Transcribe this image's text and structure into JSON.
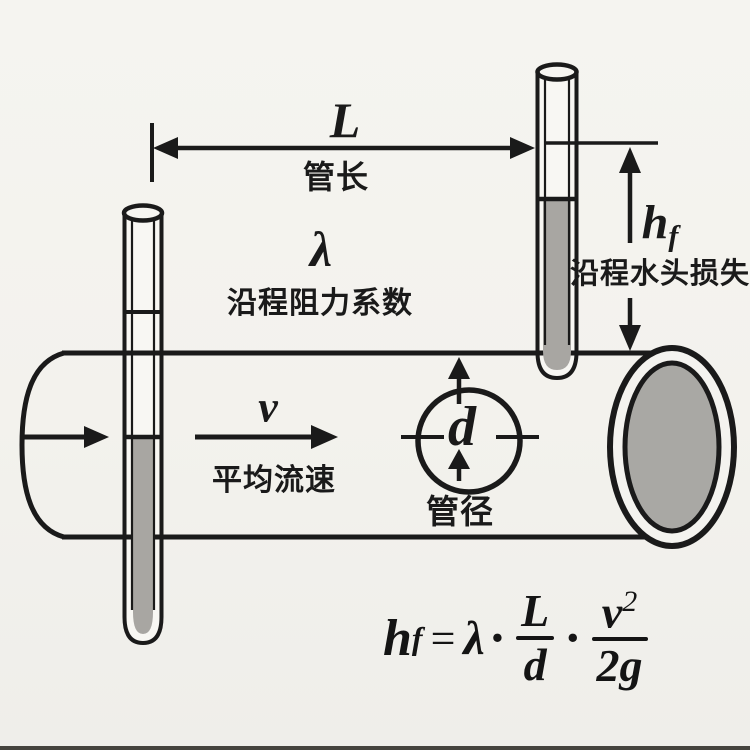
{
  "diagram": {
    "length_dimension": {
      "symbol": "L",
      "label": "管长"
    },
    "friction_factor": {
      "symbol": "λ",
      "label": "沿程阻力系数"
    },
    "head_loss": {
      "symbol_base": "h",
      "symbol_sub": "f",
      "label": "沿程水头损失"
    },
    "velocity": {
      "symbol": "v",
      "label": "平均流速"
    },
    "diameter": {
      "symbol": "d",
      "label": "管径"
    }
  },
  "formula": {
    "lhs_base": "h",
    "lhs_sub": "f",
    "equals_sign": "=",
    "lambda": "λ",
    "dot1": "·",
    "frac1_numerator": "L",
    "frac1_denominator": "d",
    "dot2": "·",
    "frac2_numerator_base": "v",
    "frac2_numerator_exponent": "2",
    "frac2_denominator": "2g"
  },
  "colors": {
    "ink": "#1a1a1a",
    "background": "#f3f2ed",
    "tube_interior": "#f8f7f3",
    "liquid_gray": "#a8a6a2",
    "pipe_end_gray": "#a9a8a4"
  }
}
